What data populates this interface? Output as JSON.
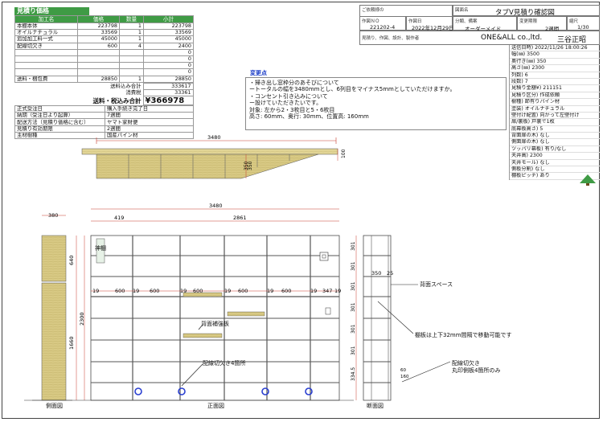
{
  "estimate": {
    "title": "見積り価格",
    "headers": [
      "加工名",
      "価格",
      "数量",
      "小計"
    ],
    "rows": [
      [
        "本棚本体",
        "223798",
        "1",
        "223798"
      ],
      [
        "オイルナチュラル",
        "33569",
        "1",
        "33569"
      ],
      [
        "追加加工料一式",
        "45000",
        "1",
        "45000"
      ],
      [
        "配線切欠き",
        "600",
        "4",
        "2400"
      ],
      [
        "",
        "",
        "",
        "0"
      ],
      [
        "",
        "",
        "",
        "0"
      ],
      [
        "",
        "",
        "",
        "0"
      ],
      [
        "",
        "",
        "",
        "0"
      ],
      [
        "送料・梱包費",
        "28850",
        "1",
        "28850"
      ]
    ],
    "subtotal_label": "送料込み合計",
    "subtotal": "333617",
    "tax_label": "消費税",
    "tax": "33361",
    "total_label": "送料・税込み合計",
    "total": "¥366978",
    "info": [
      [
        "正式受注日",
        "購入手続き完了日"
      ],
      [
        "納期（受注日より起算）",
        "7週間"
      ],
      [
        "配送方法（見積り価格に含む）",
        "ヤマト家財便"
      ],
      [
        "見積り有効期限",
        "2週間"
      ],
      [
        "主材樹種",
        "国産パイン材"
      ]
    ]
  },
  "header": {
    "customer_label": "ご依頼様の",
    "drawing_label": "図面名",
    "drawing_name": "タブV見積り確認図",
    "order_no_label": "作図ＮＯ",
    "order_no": "221202-4",
    "date_label": "作図日",
    "date": "2022年12月29日",
    "category_label": "分類、備案",
    "category": "オーダーメイド",
    "period_label": "変更期限",
    "period": "2週間",
    "scale_label": "縮尺",
    "scale": "1/30",
    "company_label": "見積り、作図、設計、製作者",
    "company": "ONE&ALL co.,ltd.",
    "person": "三谷正昭"
  },
  "spec": [
    "送信日時) 2022/11/26 18:00:26",
    "幅(㎜) 3500",
    "奥行き(㎜) 350",
    "高さ(㎜) 2300",
    "列数) 6",
    "段数) 7",
    "見積り金額¥) 211151",
    "見積り区分) 作成依頼",
    "樹種) 節有りパイン材",
    "塗装) オイルナチュラル",
    "壁付け配置) 向かって左壁付け",
    "扉/裏板) 戸裏で1枚",
    "底幕板高さ) 5",
    "背面扉の木) なし",
    "側面扉の木) なし",
    "ツッパリ幕板) 有り/なし",
    "天井高) 2300",
    "天井モール) なし",
    "側板分割) なし",
    "棚板ピッチ) あり"
  ],
  "change": {
    "title": "変更点",
    "lines": [
      "・掃き出し窓枠分のあそびについて",
      "ートータルの幅を3480mmとし、6列目をマイナス5mmとしていただけますか。",
      "・コンセント引き込みについて",
      "ー設けていただきたいです。",
      "対象: 左から2・3枚目と5・6枚目",
      "高さ: 60mm、奥行: 30mm、位置高: 160mm"
    ]
  },
  "dims": {
    "top_width": "3480",
    "top_depth": "350",
    "top_h1": "350",
    "top_h2": "100",
    "front_width": "3480",
    "side_depth": "380",
    "front_left": "419",
    "front_right": "2861",
    "h_total": "2300",
    "h_upper": "640",
    "h_lower": "1660",
    "col_dims": [
      "19",
      "600",
      "19",
      "600",
      "19",
      "600",
      "19",
      "600",
      "19",
      "600",
      "19",
      "347",
      "19"
    ],
    "side_rows": [
      "301",
      "301",
      "301",
      "301",
      "301",
      "301",
      "334.5"
    ],
    "sec_depth": "350",
    "sec_25": "25",
    "small_60": "60",
    "small_160": "160"
  },
  "labels": {
    "kamidana": "神棚",
    "reinforce": "背面補強板",
    "wiring": "配線切欠き4箇所",
    "back_space": "背面スペース",
    "shelf_move": "棚板は上下32mm間隔で移動可能です",
    "wiring2": "配線切欠き",
    "wiring2b": "丸印側板4箇所のみ",
    "side_view": "側面図",
    "front_view": "正面図",
    "section_view": "断面図"
  },
  "colors": {
    "wood": "#d2c27a",
    "green": "#3f9b45",
    "dim_red": "#c83a2e",
    "circle_blue": "#2a3fd0"
  }
}
